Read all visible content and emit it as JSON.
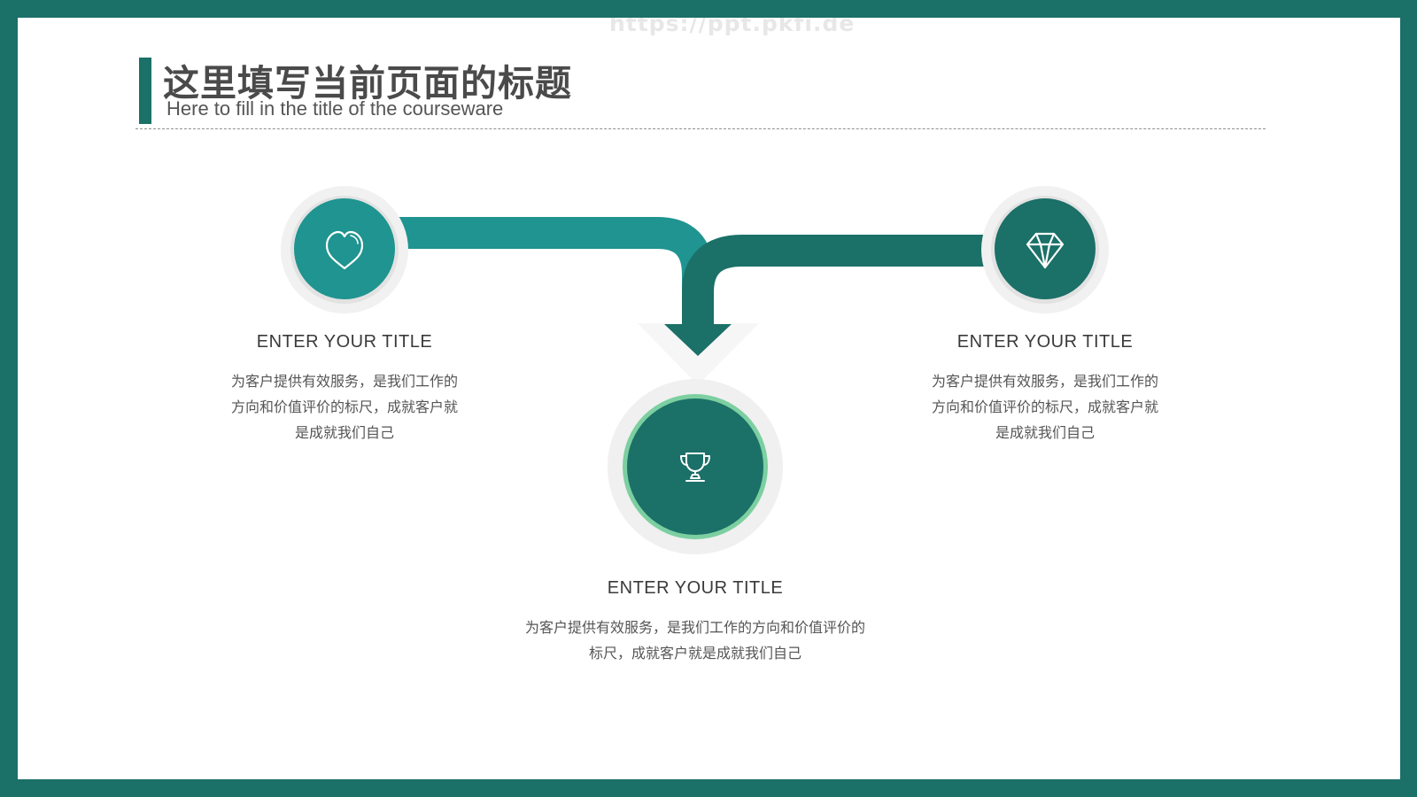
{
  "watermark": "https://ppt.pkfi.de",
  "header": {
    "title": "这里填写当前页面的标题",
    "subtitle": "Here to fill in the title of the courseware"
  },
  "items": [
    {
      "icon": "heart-icon",
      "color": "#1f9490",
      "title": "ENTER YOUR TITLE",
      "desc_lines": [
        "为客户提供有效服务，是我们工作的",
        "方向和价值评价的标尺，成就客户就",
        "是成就我们自己"
      ]
    },
    {
      "icon": "trophy-icon",
      "color": "#1b7068",
      "ring_color": "#7ccfa0",
      "title": "ENTER YOUR TITLE",
      "desc_lines": [
        "为客户提供有效服务，是我们工作的方向和价值评价的",
        "标尺，成就客户就是成就我们自己"
      ]
    },
    {
      "icon": "diamond-icon",
      "color": "#1b7068",
      "title": "ENTER YOUR TITLE",
      "desc_lines": [
        "为客户提供有效服务，是我们工作的",
        "方向和价值评价的标尺，成就客户就",
        "是成就我们自己"
      ]
    }
  ],
  "colors": {
    "frame": "#1b7068",
    "teal_light": "#1f9490",
    "teal_dark": "#1b7068",
    "accent_ring": "#7ccfa0"
  }
}
